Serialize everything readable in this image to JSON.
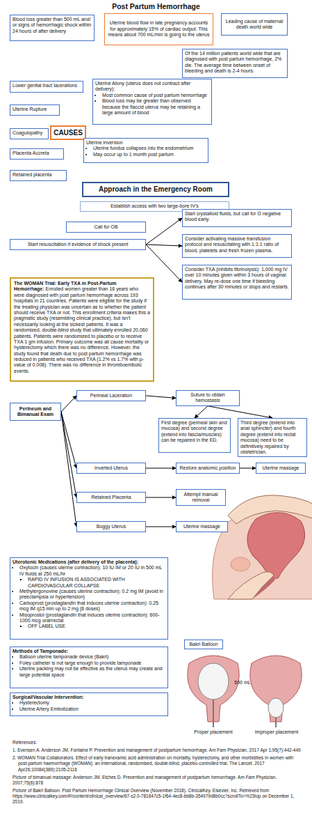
{
  "diagram": {
    "title": "Post Partum Hemorrhage",
    "nodes": [
      {
        "text": [
          "Blood loss greater than 500 mL and/ or signs of hemorrhagic shock within 24 hours of after delivery"
        ]
      },
      {
        "text": [
          "Uterine blood flow in late pregnancy accounts for approximately 15% of cardiac output. This means about 700 mL/min is going to the uterus"
        ]
      },
      {
        "text": [
          "Leading cause of maternal death world wide"
        ]
      },
      {
        "text": [
          "Of the 14 million patients world wide that are diagnosed with post partum hemorrhage, 2% die. The average time between onset of bleeding and death is 2-4 hours."
        ]
      },
      {
        "text": [
          "Lower genital tract lacerations"
        ]
      },
      {
        "text": [
          "Uterine Atony (uterus does not contract after delivery):",
          "Most common cause of post partum hemorrhage",
          "Blood loss may be greater than observed because the flaccid uterus may be retaining a large amount of blood"
        ]
      },
      {
        "text": [
          "Uterine Rupture"
        ]
      },
      {
        "text": [
          "Coagulopathy"
        ]
      },
      {
        "text": [
          "CAUSES"
        ]
      },
      {
        "text": [
          "Uterine inversion",
          "Uterine fundus collapses into the endometrium",
          "May occur up to 1 month post partum"
        ]
      },
      {
        "text": [
          "Placenta Accreta"
        ]
      },
      {
        "text": [
          "Retained placenta"
        ]
      },
      {
        "text": [
          "Approach in the Emergency Room"
        ]
      },
      {
        "text": [
          "Establish access with two large-bore IV's"
        ]
      },
      {
        "text": [
          "Start crystalloid fluids, but call for O negative blood early."
        ]
      },
      {
        "text": [
          "Call for OB"
        ]
      },
      {
        "text": [
          "Start resuscitation if evidence of shock present"
        ]
      },
      {
        "text": [
          "Consider activating massive transfusion protocol and resuscitating with 1:1:1 ratio of blood, platelets and fresh frozen plasma."
        ]
      },
      {
        "text": [
          "Consider TXA (inhibits fibrinolysis): 1,000 mg IV over 10 minutes given within 3 hours of vaginal delivery. May re-dose one time if bleeding continues after 30 minutes or stops and restarts."
        ]
      },
      {
        "text": [
          "The WOMAN Trial: Early TXA in Post-Partum Hemorrhage:",
          "Enrolled women greater than 16 years who were diagnosed with post partum hemorrhage across 193 hospitals in 21 countries. Patients were eligible for the study if the treating physician was uncertain as to whether the patient should receive TXA or not. This enrollment criteria makes this a pragmatic study (resembling clinical practice), but isn't necessarily looking at the sickest patients. It was a randomized, double-blind study that ultimately enrolled 20,060 patients. Patients were randomized to placebo or to receive TXA 1 gm infusion. Primary outcome was all cause mortality or hysterectomy which there was no difference. However, the study found that death due to post partum hemorrhage was reduced in patients who received TXA (1.2% vs 1.7% with p-value of 0.008). There was no difference in thromboembolic events."
        ]
      },
      {
        "text": [
          "Perineal Laceration"
        ]
      },
      {
        "text": [
          "Perineum and Bimanual Exam"
        ]
      },
      {
        "text": [
          "Suture to obtain hemostasis"
        ]
      },
      {
        "text": [
          "First degree (perineal skin and mucosa) and second degree (extend into fascia/muscles) can be repaired in the ED."
        ]
      },
      {
        "text": [
          "Third degree (extend into anal sphincter) and fourth degree (extend into rectal mucosa) need to be definitively repaired by obstetrician."
        ]
      },
      {
        "text": [
          "Inverted Uterus"
        ]
      },
      {
        "text": [
          "Restore anatomic position"
        ]
      },
      {
        "text": [
          "Uterine massage"
        ]
      },
      {
        "text": [
          "Retained Placenta"
        ]
      },
      {
        "text": [
          "Attempt manual removal"
        ]
      },
      {
        "text": [
          "Boggy Uterus"
        ]
      },
      {
        "text": [
          "Uterine massage"
        ]
      },
      {
        "text": [
          "Uterotonic Medications (after delivery of the placenta):",
          "Oxytocin (causes uterine contraction): 10 IU IM or 20 IU in 500 mL IV fluids at 250 mL/hr",
          "RAPID IV INFUSION IS ASSOCIATED WITH CARDIOVASCULAR COLLAPSE",
          "Methylergonovine (causes uterine contraction): 0.2 mg IM (avoid in preeclampsia or hypertension)",
          "Carboprost (prostaglandin that induces uterine contraction): 0.25 mcg IM q15 min up to 2 mg (8 doses)",
          "Misoprostol (prostaglandin that induces uterine contraction): 600-1000 mcg oral/rectal",
          "OFF LABEL USE"
        ]
      },
      {
        "text": [
          "Methods of Tamponade:",
          "Balloon uterine tamponade device (Bakri)",
          "Foley catheter is not large enough to provide tamponade",
          "Uterine packing may not be effective as the uterus may create and large potential space"
        ]
      },
      {
        "text": [
          "Bakri Balloon"
        ]
      },
      {
        "text": [
          "Surgical/Vascular Intervention:",
          "Hysterectomy",
          "Uterine Artery Embolization"
        ]
      }
    ],
    "edges": [
      {
        "from": 16,
        "to": 14,
        "arrow": "to"
      },
      {
        "from": 16,
        "to": 17,
        "arrow": "to"
      },
      {
        "from": 16,
        "to": 18,
        "arrow": "to"
      },
      {
        "from": 21,
        "to": 20,
        "arrow": "to"
      },
      {
        "from": 21,
        "to": 25,
        "arrow": "to"
      },
      {
        "from": 21,
        "to": 28,
        "arrow": "to"
      },
      {
        "from": 21,
        "to": 30,
        "arrow": "to"
      },
      {
        "from": 20,
        "to": 22,
        "arrow": "to"
      },
      {
        "from": 22,
        "to": 23,
        "arrow": "to"
      },
      {
        "from": 22,
        "to": 24,
        "arrow": "to"
      },
      {
        "from": 25,
        "to": 26,
        "arrow": "to"
      },
      {
        "from": 26,
        "to": 27,
        "arrow": "to"
      },
      {
        "from": 28,
        "to": 29,
        "arrow": "to"
      },
      {
        "from": 30,
        "to": 31,
        "arrow": "to"
      }
    ],
    "labels": [
      "500 mL",
      "Proper placement",
      "Improper placement",
      "References:",
      "1. Evensen A. Anderson JM, Fontaine P. Prevention and management of postpartum hemorrhage. Am Fam Physician. 2017 Apr 1;95(7):442-449",
      "2. WOMAN Trial Collaborators. Effect of early tranexamic acid administration on mortality, hysterectomy, and other morbidities in women with post-partum haemorrhage (WOMAN): an international, randomised, double-blind, placebo-controlled trial. The Lancet. 2017 Apr26;10084(389):2105-2116",
      "Picture of bimanual massage: Anderson JM, Etches D. Prevention and management of postpartum hemorrhage. Am Fam Physician. 2007;75(6):878",
      "Picture of Bakri Balloon: Post Partum Hemorrhage Clinical Overview (November 2018). ClinicalKey. Elsevier, Inc. Retrieved from https://www.clinicalkey.com/#!/content/clinical_overview/67-s2.0-781647c5-1f64-4ec8-bb8b-354979d8b0cc?scrollTo=%23top on December 1, 2019."
    ]
  }
}
